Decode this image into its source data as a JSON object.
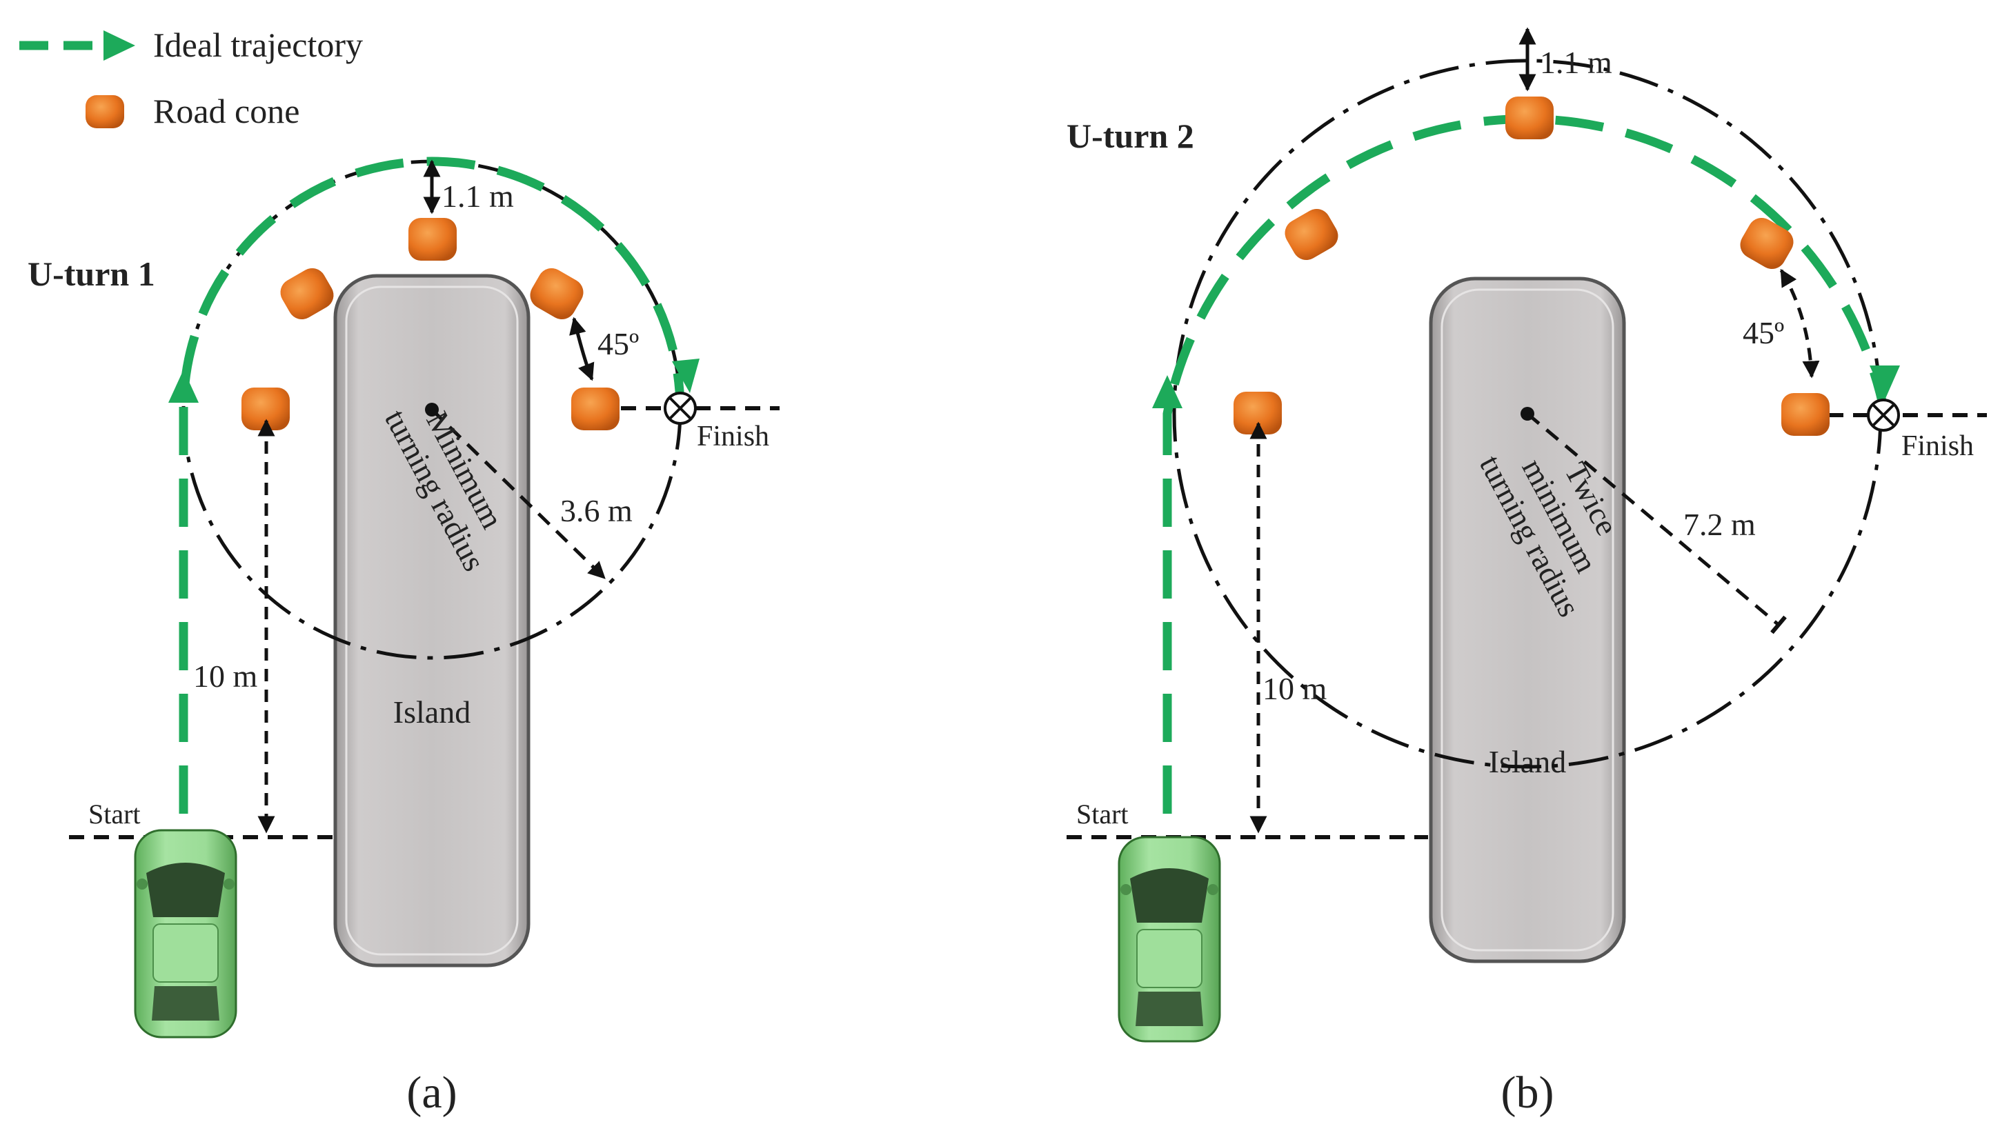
{
  "legend": {
    "trajectory_label": "Ideal trajectory",
    "cone_label": "Road cone"
  },
  "panel_a": {
    "title": "U-turn 1",
    "caption": "(a)",
    "gap_label": "1.1 m",
    "angle_label": "45º",
    "radius_label": "3.6 m",
    "rotated_text": [
      "Minimum",
      "turning radius"
    ],
    "distance_label": "10 m",
    "island_label": "Island",
    "start_label": "Start",
    "finish_label": "Finish"
  },
  "panel_b": {
    "title": "U-turn 2",
    "caption": "(b)",
    "gap_label": "1.1 m",
    "angle_label": "45º",
    "radius_label": "7.2 m",
    "rotated_text": [
      "Twice",
      "minimum",
      "turning radius"
    ],
    "distance_label": "10 m",
    "island_label": "Island",
    "start_label": "Start",
    "finish_label": "Finish"
  },
  "colors": {
    "trajectory": "#1daa5a",
    "cone": "#e8741f",
    "island": "#c4c1c1",
    "car": "#8fd58c"
  }
}
